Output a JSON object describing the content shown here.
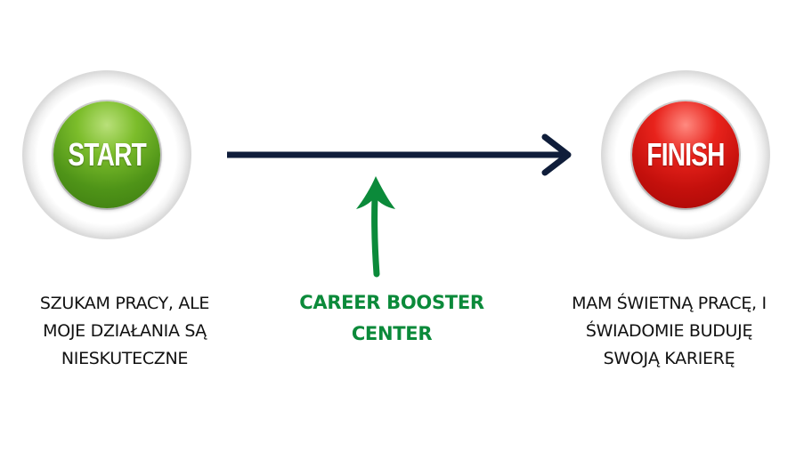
{
  "start": {
    "label": "START",
    "color": "#5aa21c",
    "caption_lines": [
      "SZUKAM PRACY, ALE",
      "MOJE DZIAŁANIA SĄ",
      "NIESKUTECZNE"
    ]
  },
  "finish": {
    "label": "FINISH",
    "color": "#d41a14",
    "caption_lines": [
      "MAM ŚWIETNĄ PRACĘ, I",
      "ŚWIADOMIE BUDUJĘ",
      "SWOJĄ KARIERĘ"
    ]
  },
  "center": {
    "caption_lines": [
      "CAREER BOOSTER",
      "CENTER"
    ],
    "color": "#0b8a3a"
  },
  "arrows": {
    "main_arrow_color": "#0f1d3a",
    "up_arrow_color": "#0b8a3a"
  }
}
